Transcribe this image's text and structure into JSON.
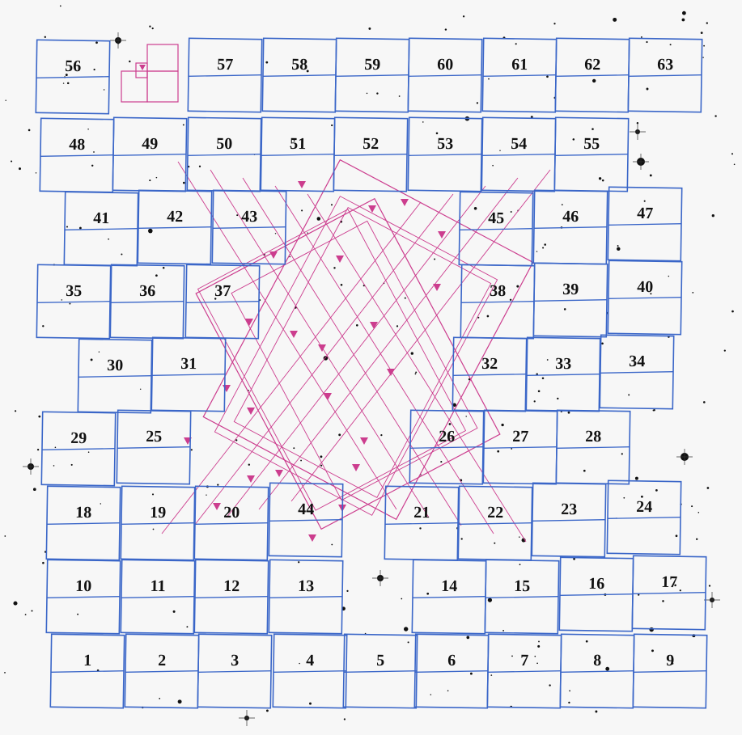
{
  "figure": {
    "colors": {
      "background": "#f7f7f7",
      "tile_outline": "#3a66c8",
      "overlay_outline": "#cc3d8e",
      "labels": "#111111",
      "stars": "#111111"
    },
    "tiles": [
      {
        "label": "1"
      },
      {
        "label": "2"
      },
      {
        "label": "3"
      },
      {
        "label": "4"
      },
      {
        "label": "5"
      },
      {
        "label": "6"
      },
      {
        "label": "7"
      },
      {
        "label": "8"
      },
      {
        "label": "9"
      },
      {
        "label": "10"
      },
      {
        "label": "11"
      },
      {
        "label": "12"
      },
      {
        "label": "13"
      },
      {
        "label": "14"
      },
      {
        "label": "15"
      },
      {
        "label": "16"
      },
      {
        "label": "17"
      },
      {
        "label": "18"
      },
      {
        "label": "19"
      },
      {
        "label": "20"
      },
      {
        "label": "44"
      },
      {
        "label": "21"
      },
      {
        "label": "22"
      },
      {
        "label": "23"
      },
      {
        "label": "24"
      },
      {
        "label": "29"
      },
      {
        "label": "25"
      },
      {
        "label": "26"
      },
      {
        "label": "27"
      },
      {
        "label": "28"
      },
      {
        "label": "30"
      },
      {
        "label": "31"
      },
      {
        "label": "32"
      },
      {
        "label": "33"
      },
      {
        "label": "34"
      },
      {
        "label": "35"
      },
      {
        "label": "36"
      },
      {
        "label": "37"
      },
      {
        "label": "38"
      },
      {
        "label": "39"
      },
      {
        "label": "40"
      },
      {
        "label": "41"
      },
      {
        "label": "42"
      },
      {
        "label": "43"
      },
      {
        "label": "45"
      },
      {
        "label": "46"
      },
      {
        "label": "47"
      },
      {
        "label": "48"
      },
      {
        "label": "49"
      },
      {
        "label": "50"
      },
      {
        "label": "51"
      },
      {
        "label": "52"
      },
      {
        "label": "53"
      },
      {
        "label": "54"
      },
      {
        "label": "55"
      },
      {
        "label": "56"
      },
      {
        "label": "57"
      },
      {
        "label": "58"
      },
      {
        "label": "59"
      },
      {
        "label": "60"
      },
      {
        "label": "61"
      },
      {
        "label": "62"
      },
      {
        "label": "63"
      }
    ]
  }
}
